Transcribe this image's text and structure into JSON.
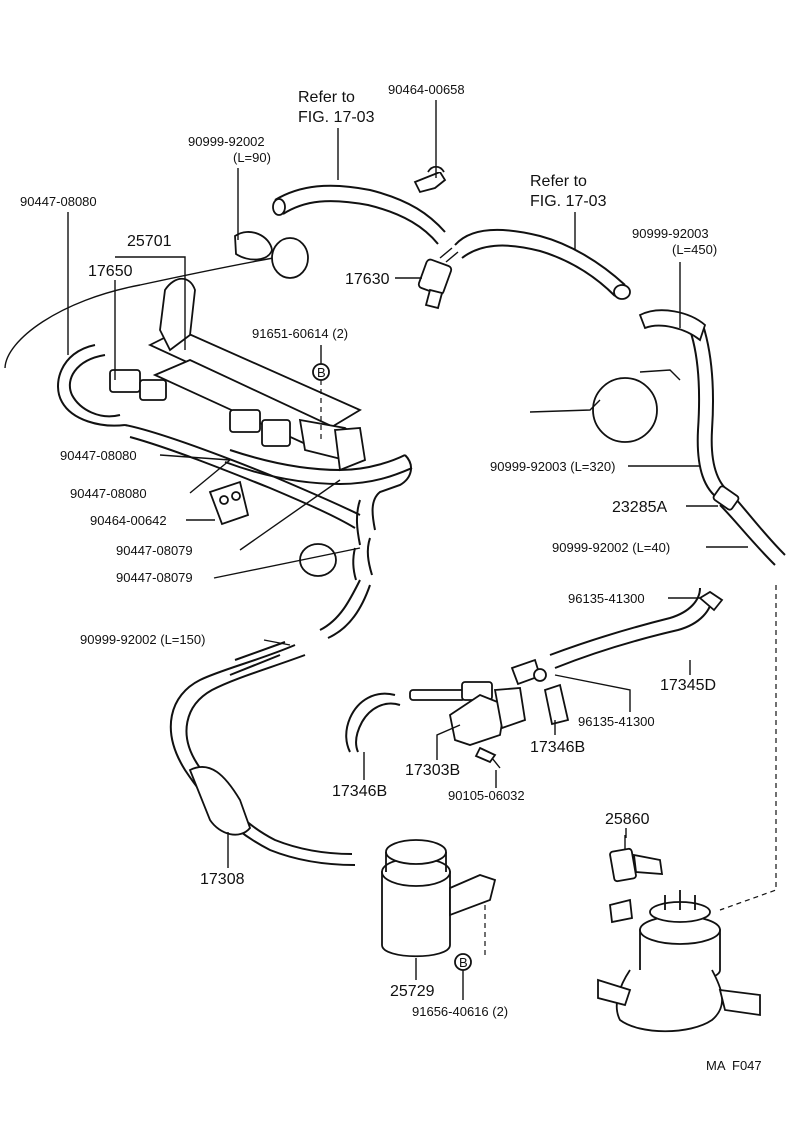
{
  "labels": {
    "refer_to_left_1": "Refer to",
    "refer_to_left_2": "FIG. 17-03",
    "p_90464_00658": "90464-00658",
    "p_90999_92002_top": "90999-92002",
    "l_90": "(L=90)",
    "refer_to_right_1": "Refer to",
    "refer_to_right_2": "FIG. 17-03",
    "p_90447_08080_a": "90447-08080",
    "p_25701": "25701",
    "p_17650": "17650",
    "p_17630": "17630",
    "p_90999_92003_top": "90999-92003",
    "l_450": "(L=450)",
    "p_91651_60614": "91651-60614 (2)",
    "bolt_a": "B",
    "p_90447_08080_b": "90447-08080",
    "p_90447_08080_c": "90447-08080",
    "p_90464_00642": "90464-00642",
    "p_90447_08079_a": "90447-08079",
    "p_90447_08079_b": "90447-08079",
    "p_90999_92003_320": "90999-92003 (L=320)",
    "p_23285A": "23285A",
    "p_90999_92002_40": "90999-92002 (L=40)",
    "p_96135_41300_a": "96135-41300",
    "p_90999_92002_150": "90999-92002 (L=150)",
    "p_17345D": "17345D",
    "p_96135_41300_b": "96135-41300",
    "p_17303B": "17303B",
    "p_17346B_left": "17346B",
    "p_17346B_right": "17346B",
    "p_90105_06032": "90105-06032",
    "p_25860": "25860",
    "p_17308": "17308",
    "p_25729": "25729",
    "bolt_b": "B",
    "p_91656_40616": "91656-40616 (2)",
    "footer_code": "MA  F047"
  }
}
